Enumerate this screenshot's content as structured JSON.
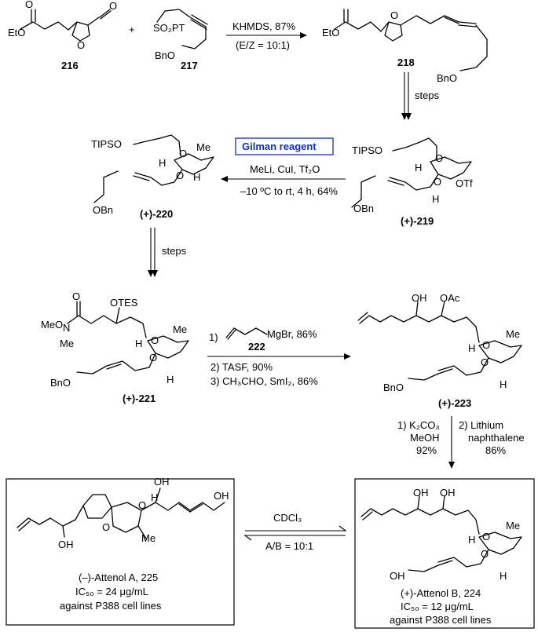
{
  "step1": {
    "cpd216": "216",
    "plus": "+",
    "cpd217": "217",
    "so2pt": "SO₂PT",
    "bno": "BnO",
    "eto": "EtO",
    "ring_o": "O",
    "reagent": "KHMDS, 87%",
    "ratio": "(E/Z = 10:1)",
    "cpd218": "218",
    "steps": "steps"
  },
  "step2": {
    "gilman": "Gilman reagent",
    "reagent1": "MeLi, CuI, Tf₂O",
    "reagent2": "–10 ºC to rt, 4 h, 64%",
    "cpd219": "(+)-219",
    "cpd220": "(+)-220",
    "tipso": "TIPSO",
    "otf": "OTf",
    "me": "Me",
    "h": "H",
    "obn": "OBn",
    "steps": "steps"
  },
  "step3": {
    "otes": "OTES",
    "meo": "MeO",
    "n": "N",
    "me": "Me",
    "bno": "BnO",
    "cpd221": "(+)-221",
    "r1": "1)",
    "mgbr": "MgBr, 86%",
    "cpd222": "222",
    "r2": "2) TASF, 90%",
    "r3": "3) CH₃CHO, SmI₂, 86%",
    "oh": "OH",
    "oac": "OAc",
    "cpd223": "(+)-223"
  },
  "step4": {
    "r1a": "1) K₂CO₃",
    "r1b": "MeOH",
    "r1c": "92%",
    "r2a": "2) Lithium",
    "r2b": "naphthalene",
    "r2c": "86%"
  },
  "final": {
    "attenol_a": "(–)-Attenol A, 225",
    "ic50_a": "IC₅₀ = 24 μg/mL",
    "cell_a": "against P388 cell lines",
    "attenol_b": "(+)-Attenol B, 224",
    "ic50_b": "IC₅₀ = 12 μg/mL",
    "cell_b": "against P388 cell lines",
    "solvent": "CDCl₃",
    "ratio": "A/B = 10:1",
    "oh": "OH",
    "me": "Me",
    "o": "O",
    "h": "H"
  }
}
